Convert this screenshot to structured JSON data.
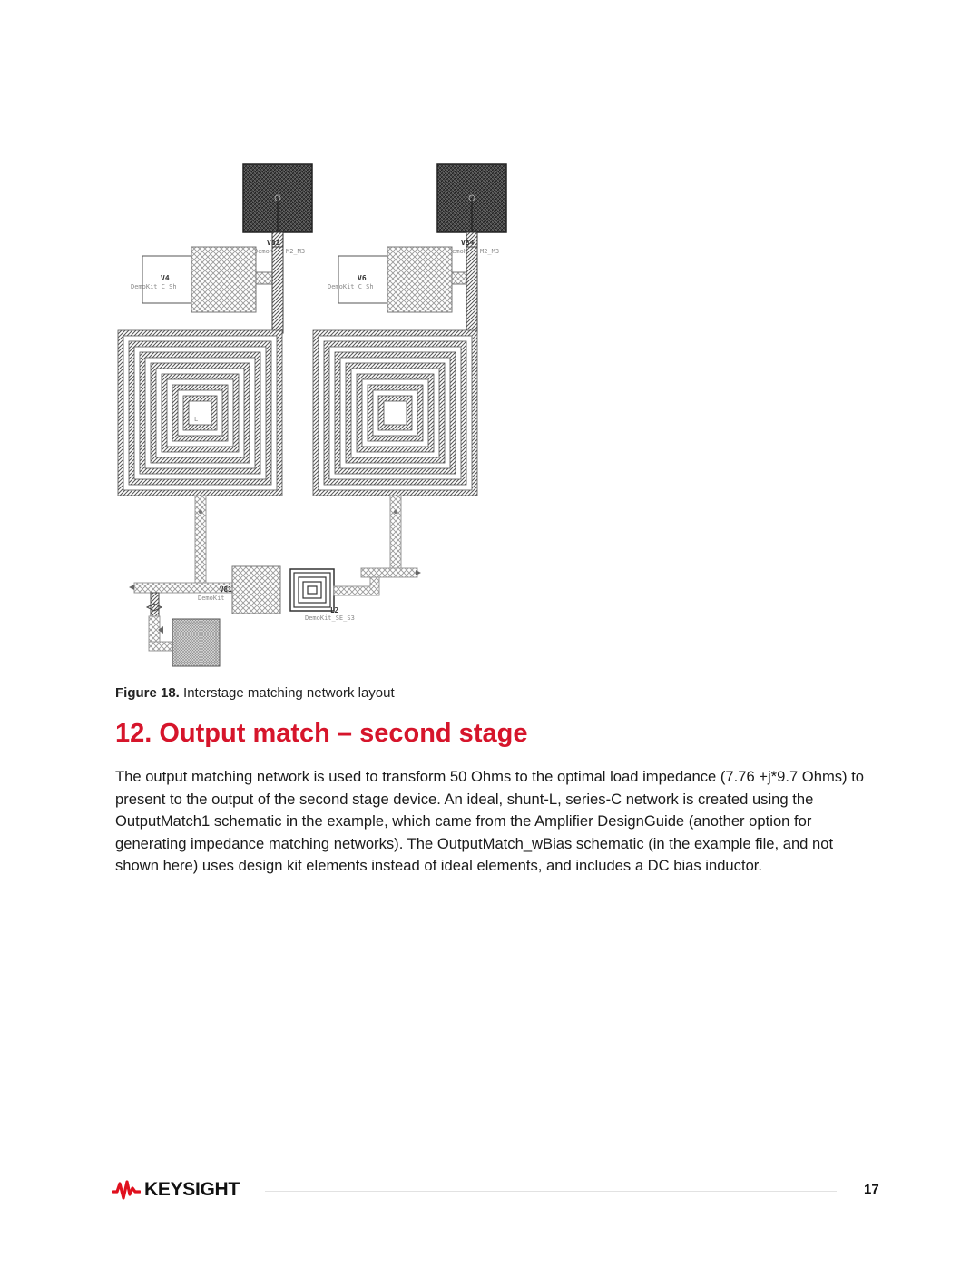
{
  "figure": {
    "labels": {
      "via3": "V83",
      "via4": "V84",
      "v4": "V4",
      "v6": "V6",
      "v81": "V81",
      "l2": "L2",
      "m2m3_left": "M2_M3",
      "m2m3_right": "M2_M3",
      "demok_left": "DemoK",
      "demok_right": "DemoK",
      "demokit_v4": "DemoKit_C_Sh",
      "demokit_v6": "DemoKit_C_Sh",
      "demokit_v81": "DemoKit",
      "demokit_l2": "DemoKit_SE_S3"
    },
    "caption_label": "Figure 18.",
    "caption_text": " Interstage matching network layout"
  },
  "section": {
    "heading": "12. Output match – second stage",
    "body": "The output matching network is used to transform 50 Ohms to the optimal load impedance (7.76 +j*9.7 Ohms) to present to the output of the second stage device. An ideal, shunt-L, series-C network is created using the OutputMatch1 schematic in the example, which came from the Amplifier DesignGuide (another option for generating impedance matching networks). The OutputMatch_wBias schematic (in the example file, and not shown here) uses design kit elements instead of ideal elements, and includes a DC bias inductor."
  },
  "footer": {
    "brand": "KEYSIGHT",
    "page_number": "17",
    "brand_color": "#e0101e"
  },
  "colors": {
    "heading": "#d6152b"
  }
}
